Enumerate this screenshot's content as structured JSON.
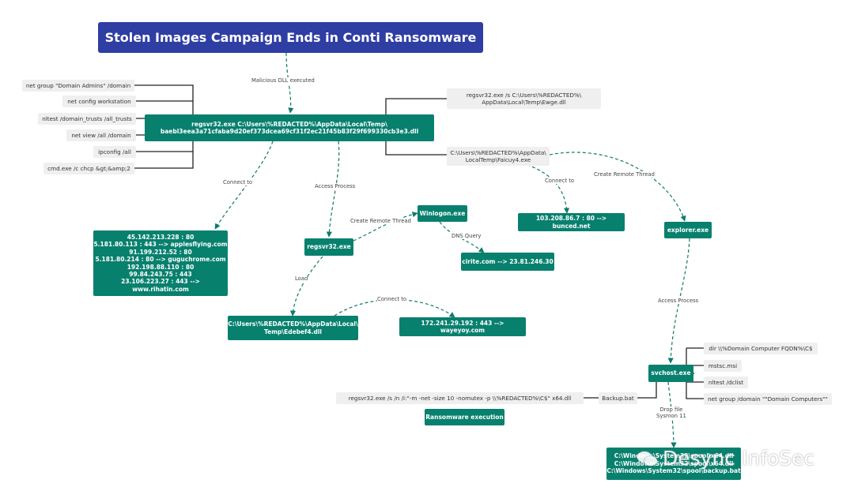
{
  "title": "Stolen Images Campaign Ends in Conti Ransomware",
  "nodes": {
    "main_regsvr": "regsvr32.exe C:\\Users\\%REDACTED%\\AppData\\Local\\Temp\\\nbaebl3eea3a71cfaba9d20ef373dcea69cf31f2ec21f45b83f29f699330cb3e3.dll",
    "recon_cmds": [
      "net group \"Domain Admins\" /domain",
      "net config workstation",
      "nltest /domain_trusts /all_trusts",
      "net view /all /domain",
      "ipconfig /all",
      "cmd.exe /c chcp &gt;&amp;2"
    ],
    "regsvr_ewge": "regsvr32.exe /s C:\\Users\\%REDACTED%\\\nAppData\\Local\\Temp\\Ewge.dll",
    "faicuy": "C:\\Users\\%REDACTED%\\AppData\\\nLocalTemp\\Faicuy4.exe",
    "ip_list": "45.142.213.228 : 80\n5.181.80.113 : 443 --> applesflying.com\n91.199.212.52 : 80\n5.181.80.214 : 80 --> guguchrome.com\n192.198.88.110 : 80\n99.84.243.75 : 443\n23.106.223.27 : 443 --> www.rihatin.com",
    "regsvr_child": "regsvr32.exe",
    "winlogon": "Winlogon.exe",
    "cirite": "cirite.com --> 23.81.246.30",
    "bunced": "103.208.86.7 : 80 --> bunced.net",
    "explorer": "explorer.exe",
    "edebef": "C:\\Users\\%REDACTED%\\AppData\\Local\\\nTemp\\Edebef4.dll",
    "wayeyoy": "172.241.29.192 : 443 --> wayeyoy.com",
    "svchost": "svchost.exe",
    "svchost_cmds": [
      "dir \\\\%Domain Computer FQDN%\\C$",
      "mstsc.msi",
      "nltest /dclist",
      "net group /domain \"\"Domain Computers\"\""
    ],
    "backup_bat": "Backup.bat",
    "regsvr_final": "regsvr32.exe  /s /n /i:\"-m -net -size 10 -nomutex -p \\\\%REDACTED%\\C$\" x64.dll",
    "ransomware": "Ransomware execution",
    "dropped_files": "C:\\Windows\\System32\\spool\\x64.dll\nC:\\Windows\\System32\\spool\\x64.dll\nC:\\Windows\\System32\\spool\\backup.bat"
  },
  "edge_labels": {
    "malicious_dll": "Malicious DLL executed",
    "connect_to_1": "Connect to",
    "access_process_1": "Access Process",
    "create_remote_thread_1": "Create Remote Thread",
    "dns_query": "DNS Query",
    "load": "Load",
    "connect_to_2": "Connect to",
    "connect_to_3": "Connect to",
    "create_remote_thread_2": "Create Remote Thread",
    "access_process_2": "Access Process",
    "drop_file": "Drop file\nSysmon 11"
  },
  "watermark": "Desync InfoSec",
  "colors": {
    "title_bg": "#2f3ea3",
    "node_green": "#08806e",
    "node_gray": "#efefef",
    "dashed_edge": "#0e7a6a",
    "solid_edge": "#222222"
  }
}
